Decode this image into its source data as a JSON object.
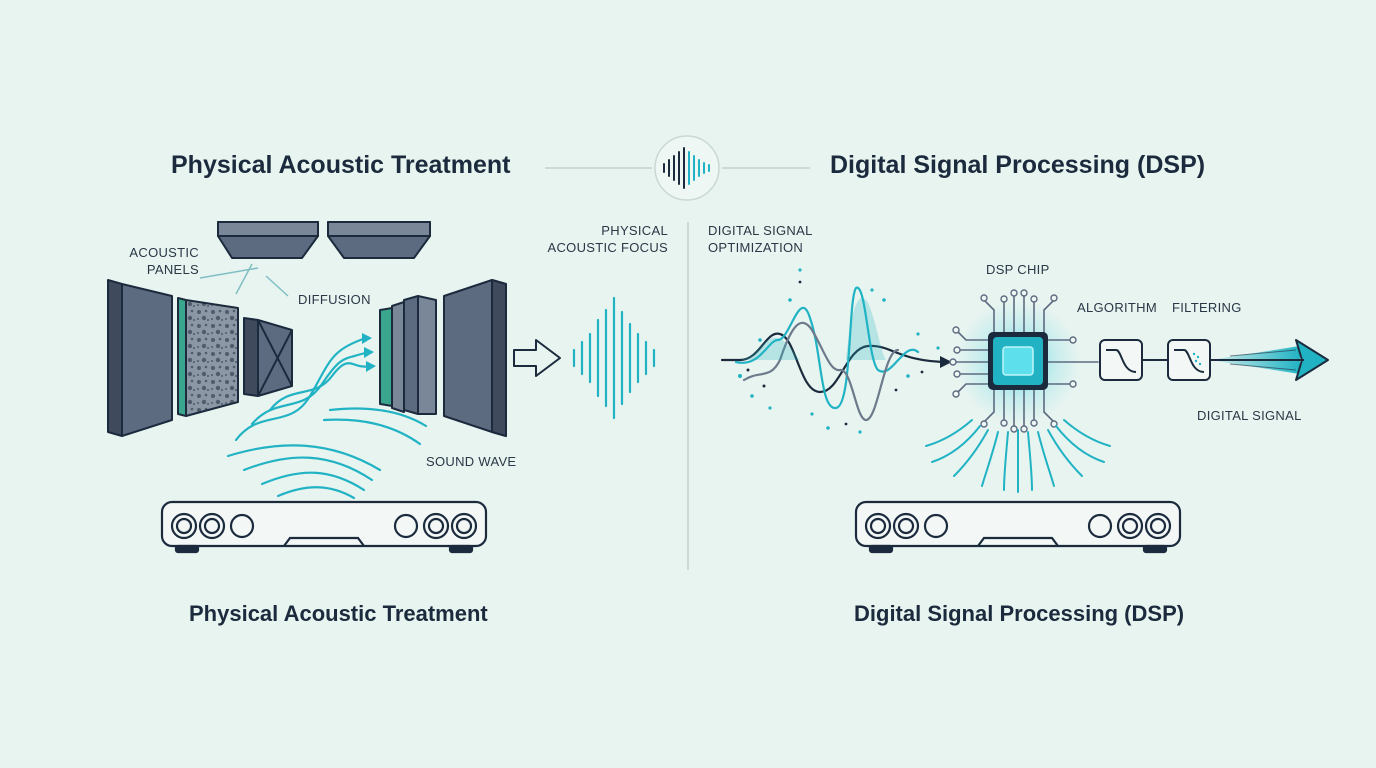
{
  "header": {
    "left_title": "Physical Acoustic Treatment",
    "right_title": "Digital Signal Processing (DSP)",
    "center_icon": "waveform-icon"
  },
  "left_panel": {
    "labels": {
      "acoustic_panels_line1": "ACOUSTIC",
      "acoustic_panels_line2": "PANELS",
      "diffusion": "DIFFUSION",
      "sound_wave": "SOUND WAVE",
      "focus_line1": "PHYSICAL",
      "focus_line2": "ACOUSTIC FOCUS"
    },
    "caption": "Physical Acoustic Treatment"
  },
  "right_panel": {
    "labels": {
      "optimization_line1": "DIGITAL SIGNAL",
      "optimization_line2": "OPTIMIZATION",
      "dsp_chip": "DSP CHIP",
      "algorithm": "ALGORITHM",
      "filtering": "FILTERING",
      "digital_signal": "DIGITAL SIGNAL"
    },
    "caption": "Digital Signal Processing (DSP)"
  },
  "colors": {
    "background": "#e8f4f0",
    "ink": "#1b2b3d",
    "panel": "#5d6b80",
    "accent": "#21b3c4"
  }
}
